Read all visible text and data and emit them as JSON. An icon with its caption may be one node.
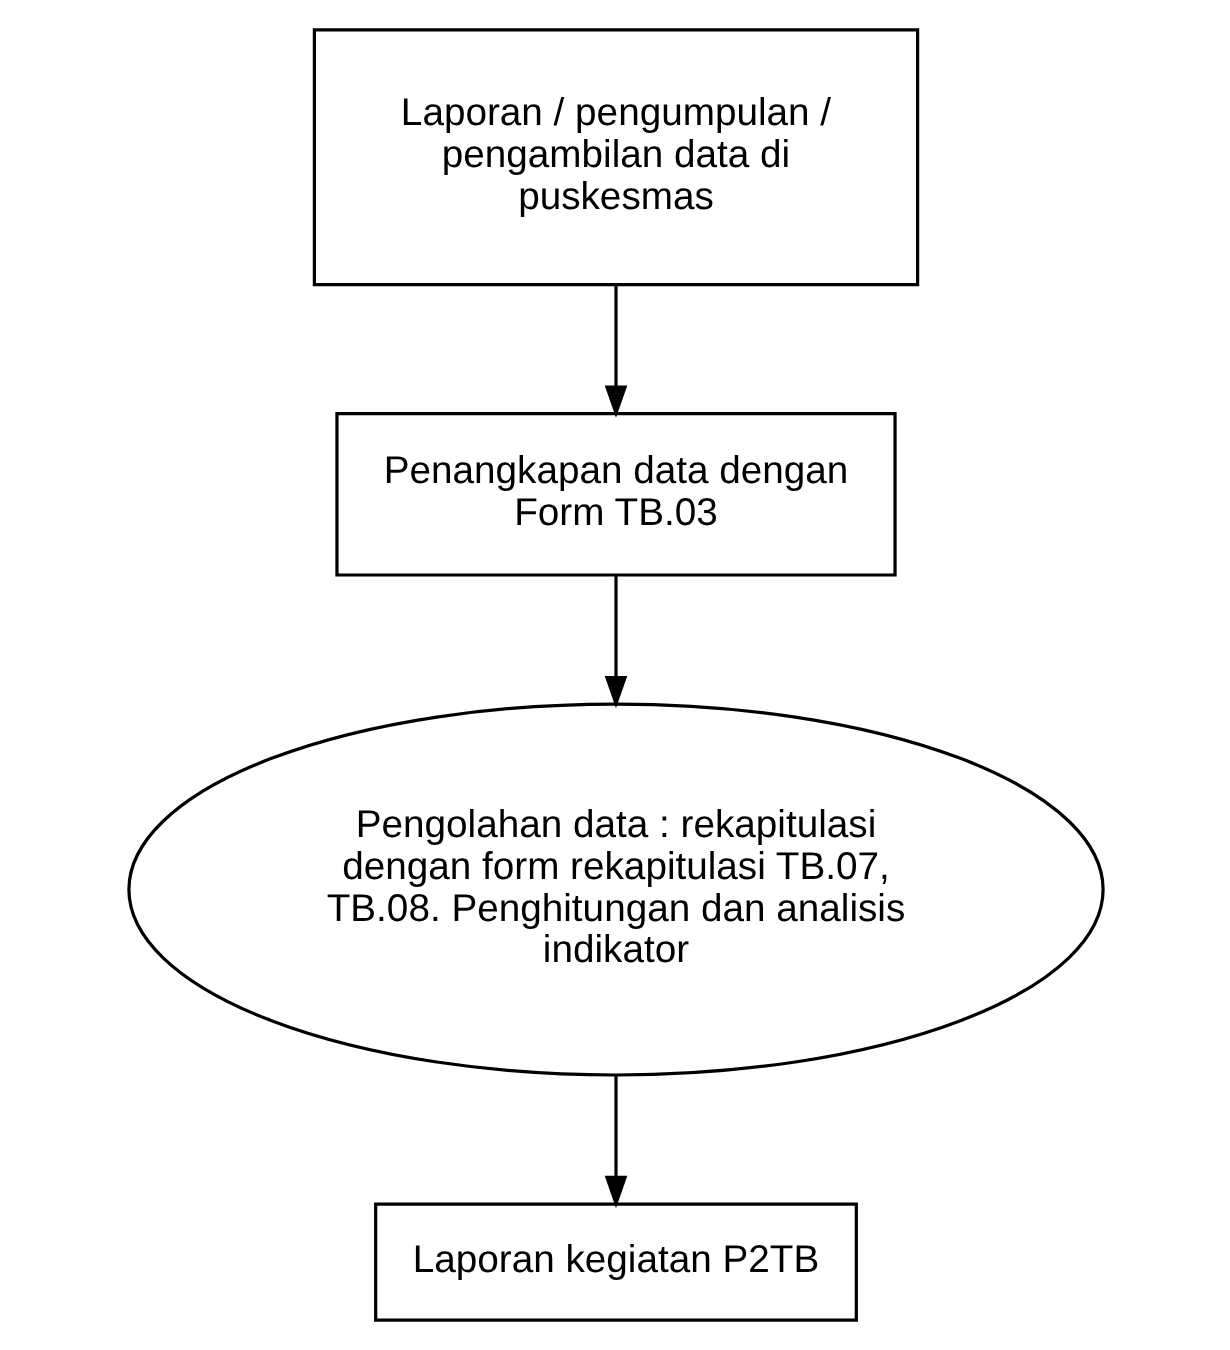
{
  "diagram": {
    "nodes": [
      {
        "text": [
          "Laporan / pengumpulan / pengambilan data di puskesmas"
        ]
      },
      {
        "text": [
          "Penangkapan data dengan Form TB.03"
        ]
      },
      {
        "text": [
          "Pengolahan data : rekapitulasi dengan form rekapitulasi TB.07, TB.08. Penghitungan dan analisis indikator"
        ]
      },
      {
        "text": [
          "Laporan kegiatan P2TB"
        ]
      }
    ],
    "edges": [
      {
        "from": 0,
        "to": 1,
        "arrow": "to"
      },
      {
        "from": 1,
        "to": 2,
        "arrow": "to"
      },
      {
        "from": 2,
        "to": 3,
        "arrow": "to"
      }
    ]
  }
}
